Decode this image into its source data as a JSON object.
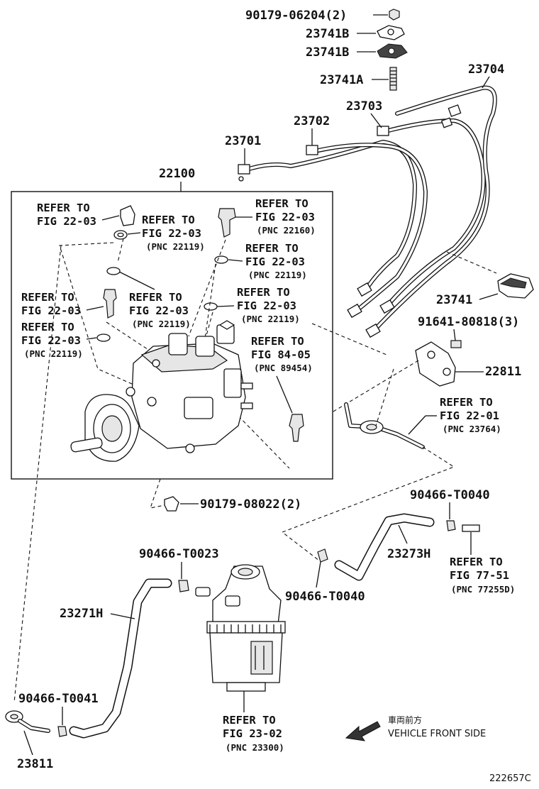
{
  "diagram_id": "222657C",
  "parts": {
    "nut_90179_06204": "90179-06204(2)",
    "p23741B_a": "23741B",
    "p23741B_b": "23741B",
    "p23741A": "23741A",
    "p23704": "23704",
    "p23703": "23703",
    "p23702": "23702",
    "p23701": "23701",
    "p22100": "22100",
    "p23741": "23741",
    "bolt_91641": "91641-80818(3)",
    "p22811": "22811",
    "nut_90179_08022": "90179-08022(2)",
    "clip_90466_T0040_a": "90466-T0040",
    "p23273H": "23273H",
    "clip_90466_T0040_b": "90466-T0040",
    "clip_90466_T0023": "90466-T0023",
    "p23271H": "23271H",
    "clip_90466_T0041": "90466-T0041",
    "p23811": "23811"
  },
  "refers": {
    "r1": {
      "l1": "REFER TO",
      "l2": "FIG 22-03",
      "l3": ""
    },
    "r2": {
      "l1": "REFER TO",
      "l2": "FIG 22-03",
      "l3": "(PNC 22119)"
    },
    "r3": {
      "l1": "REFER TO",
      "l2": "FIG 22-03",
      "l3": "(PNC 22160)"
    },
    "r4": {
      "l1": "REFER TO",
      "l2": "FIG 22-03",
      "l3": "(PNC 22119)"
    },
    "r5": {
      "l1": "REFER TO",
      "l2": "FIG 22-03",
      "l3": "(PNC 22119)"
    },
    "r6": {
      "l1": "REFER TO",
      "l2": "FIG 22-03",
      "l3": ""
    },
    "r7": {
      "l1": "REFER TO",
      "l2": "FIG 22-03",
      "l3": "(PNC 22119)"
    },
    "r8": {
      "l1": "REFER TO",
      "l2": "FIG 22-03",
      "l3": "(PNC 22119)"
    },
    "r9": {
      "l1": "REFER TO",
      "l2": "FIG 84-05",
      "l3": "(PNC 89454)"
    },
    "r10": {
      "l1": "REFER TO",
      "l2": "FIG 22-01",
      "l3": "(PNC 23764)"
    },
    "r11": {
      "l1": "REFER TO",
      "l2": "FIG 77-51",
      "l3": "(PNC 77255D)"
    },
    "r12": {
      "l1": "REFER TO",
      "l2": "FIG 23-02",
      "l3": "(PNC 23300)"
    }
  },
  "direction": {
    "jp_label": "車両前方",
    "en_label": "VEHICLE FRONT SIDE"
  }
}
